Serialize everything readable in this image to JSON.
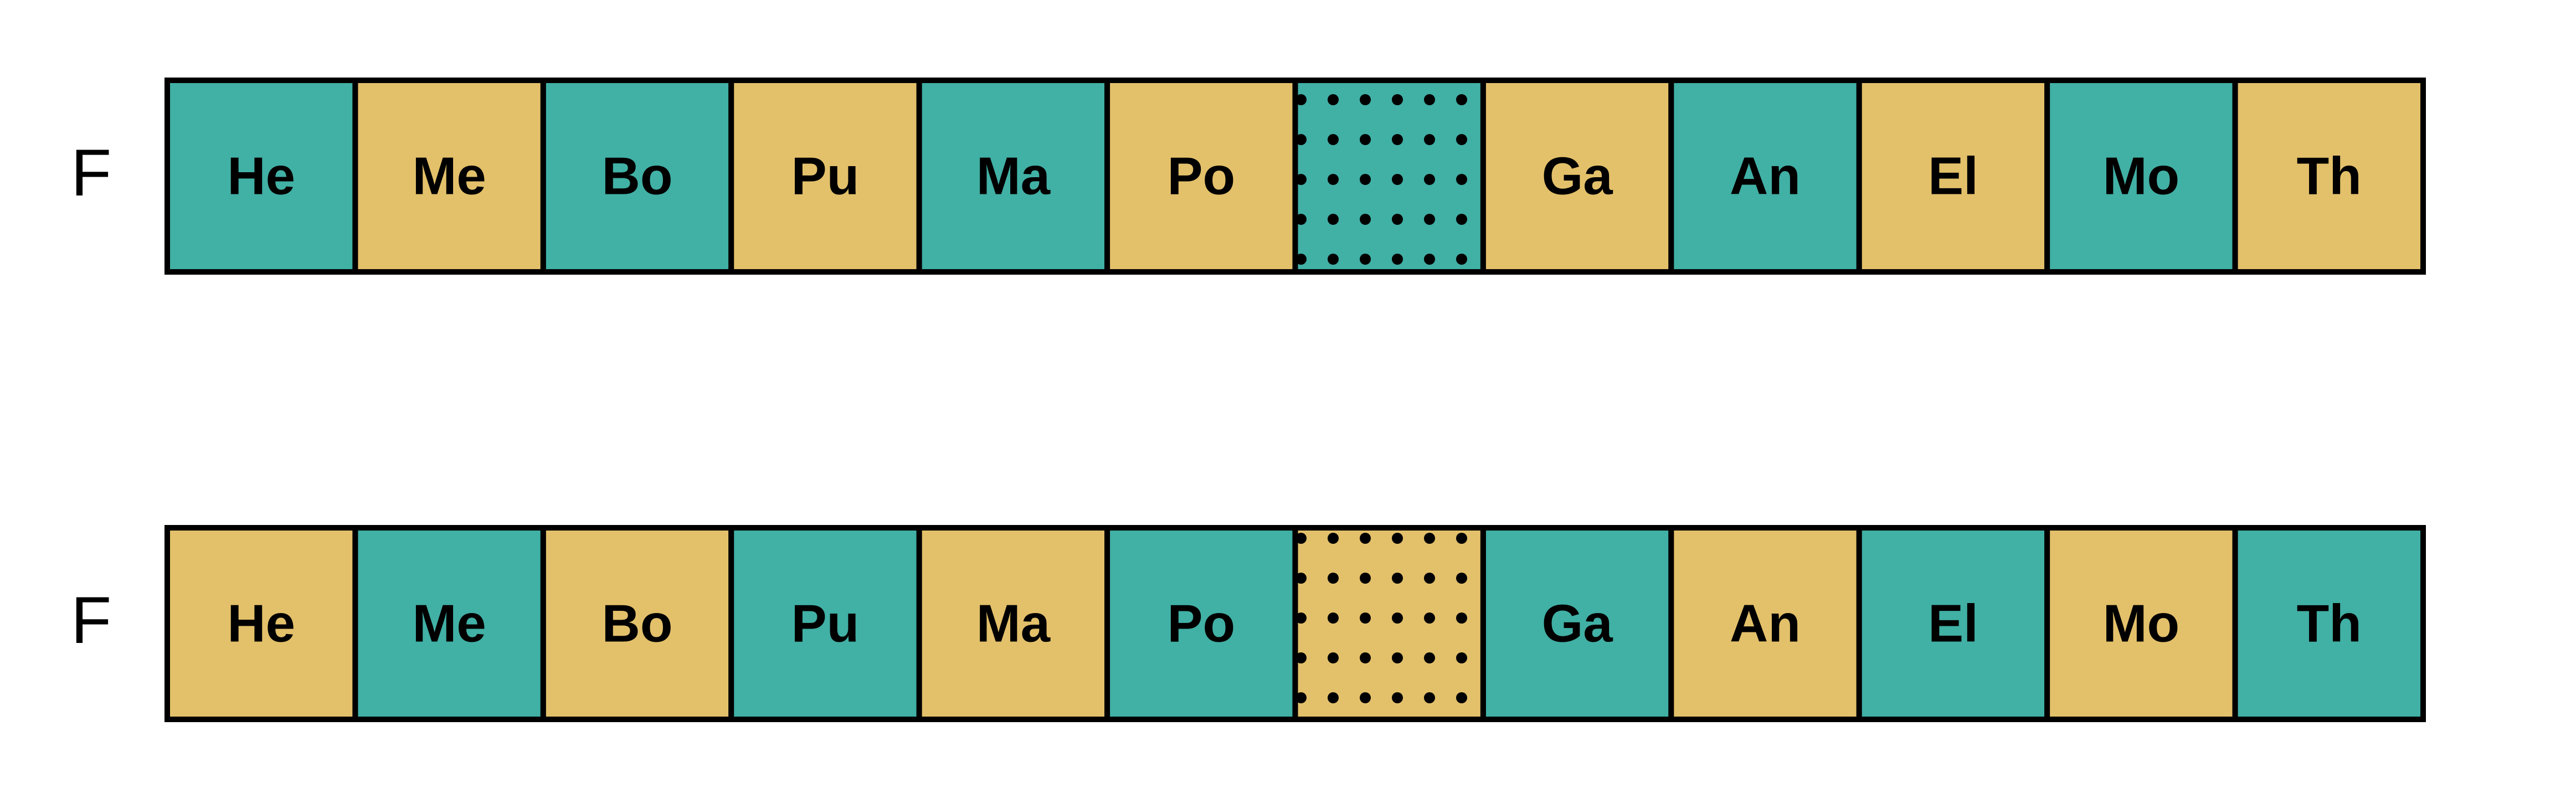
{
  "colors": {
    "teal": "#41b0a5",
    "gold": "#e3c06a",
    "border": "#000000",
    "dots": "#000000"
  },
  "rows": [
    {
      "label": "F",
      "cells": [
        {
          "text": "He",
          "fill": "teal"
        },
        {
          "text": "Me",
          "fill": "gold"
        },
        {
          "text": "Bo",
          "fill": "teal"
        },
        {
          "text": "Pu",
          "fill": "gold"
        },
        {
          "text": "Ma",
          "fill": "teal"
        },
        {
          "text": "Po",
          "fill": "gold"
        },
        {
          "text": "",
          "fill": "teal",
          "pattern": "dots"
        },
        {
          "text": "Ga",
          "fill": "gold"
        },
        {
          "text": "An",
          "fill": "teal"
        },
        {
          "text": "El",
          "fill": "gold"
        },
        {
          "text": "Mo",
          "fill": "teal"
        },
        {
          "text": "Th",
          "fill": "gold"
        }
      ]
    },
    {
      "label": "F",
      "cells": [
        {
          "text": "He",
          "fill": "gold"
        },
        {
          "text": "Me",
          "fill": "teal"
        },
        {
          "text": "Bo",
          "fill": "gold"
        },
        {
          "text": "Pu",
          "fill": "teal"
        },
        {
          "text": "Ma",
          "fill": "gold"
        },
        {
          "text": "Po",
          "fill": "teal"
        },
        {
          "text": "",
          "fill": "gold",
          "pattern": "dots"
        },
        {
          "text": "Ga",
          "fill": "teal"
        },
        {
          "text": "An",
          "fill": "gold"
        },
        {
          "text": "El",
          "fill": "teal"
        },
        {
          "text": "Mo",
          "fill": "gold"
        },
        {
          "text": "Th",
          "fill": "teal"
        }
      ]
    }
  ]
}
